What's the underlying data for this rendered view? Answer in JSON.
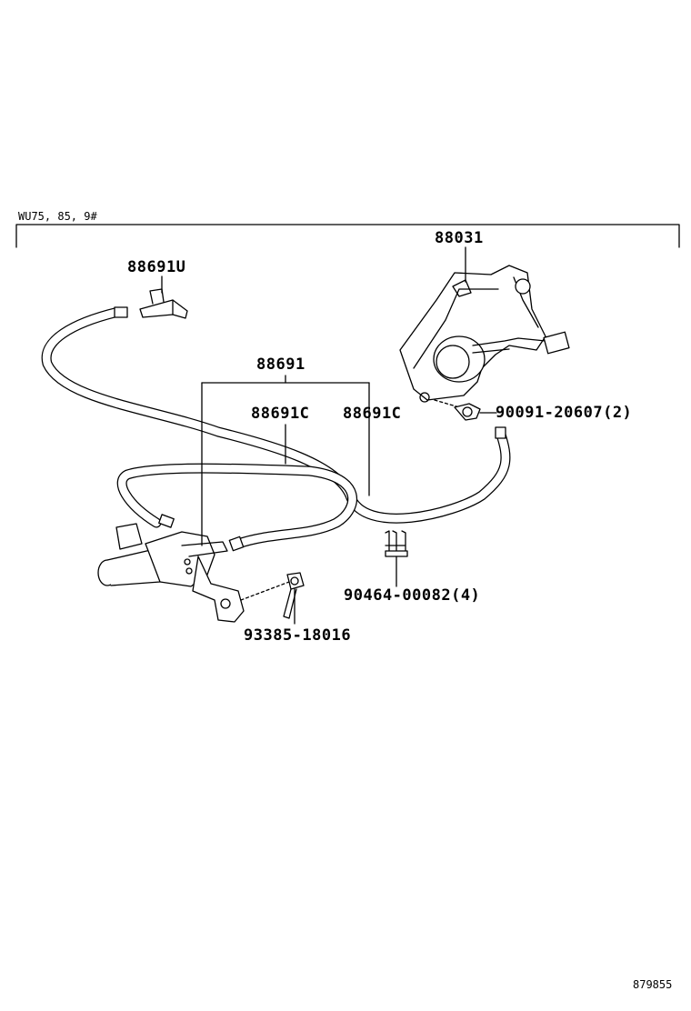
{
  "header": {
    "applicability": "WU75, 85, 9#"
  },
  "footer": {
    "illustration_number": "879855"
  },
  "callouts": {
    "vacuum_actuator": "88031",
    "hose_tee": "88691U",
    "hose_assembly": "88691",
    "hose_left": "88691C",
    "hose_right": "88691C",
    "bolt_upper": "90091-20607(2)",
    "clip": "90464-00082(4)",
    "bolt_lower": "93385-18016"
  },
  "colors": {
    "line": "#000000",
    "background": "#ffffff"
  }
}
